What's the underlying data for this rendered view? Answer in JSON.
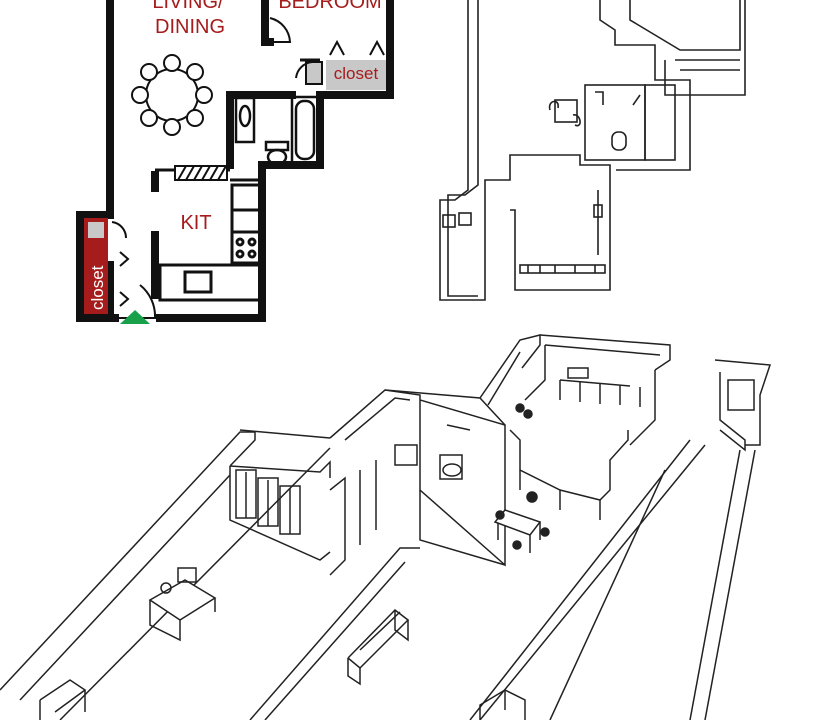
{
  "labels": {
    "living_dining": "LIVING/\nDINING",
    "living_line1": "LIVING/",
    "living_line2": "DINING",
    "bedroom": "BEDROOM",
    "closet_top": "closet",
    "kitchen": "KIT",
    "closet_side": "closet"
  },
  "colors": {
    "label_red": "#a61c1c",
    "wall": "#111111",
    "closet_fill": "#c8c8c8",
    "entry_marker": "#19a04a"
  }
}
